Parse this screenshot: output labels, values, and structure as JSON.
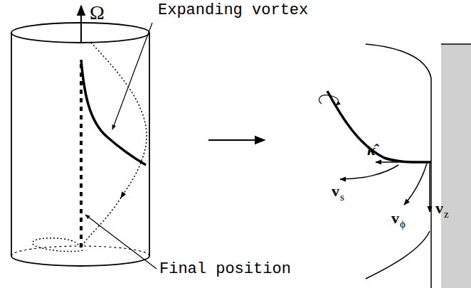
{
  "diagram": {
    "labels": [
      "Ω",
      "Expanding vortex",
      "Final position",
      "κ̂",
      "v",
      "s",
      "v",
      "ϕ",
      "v",
      "z"
    ]
  }
}
